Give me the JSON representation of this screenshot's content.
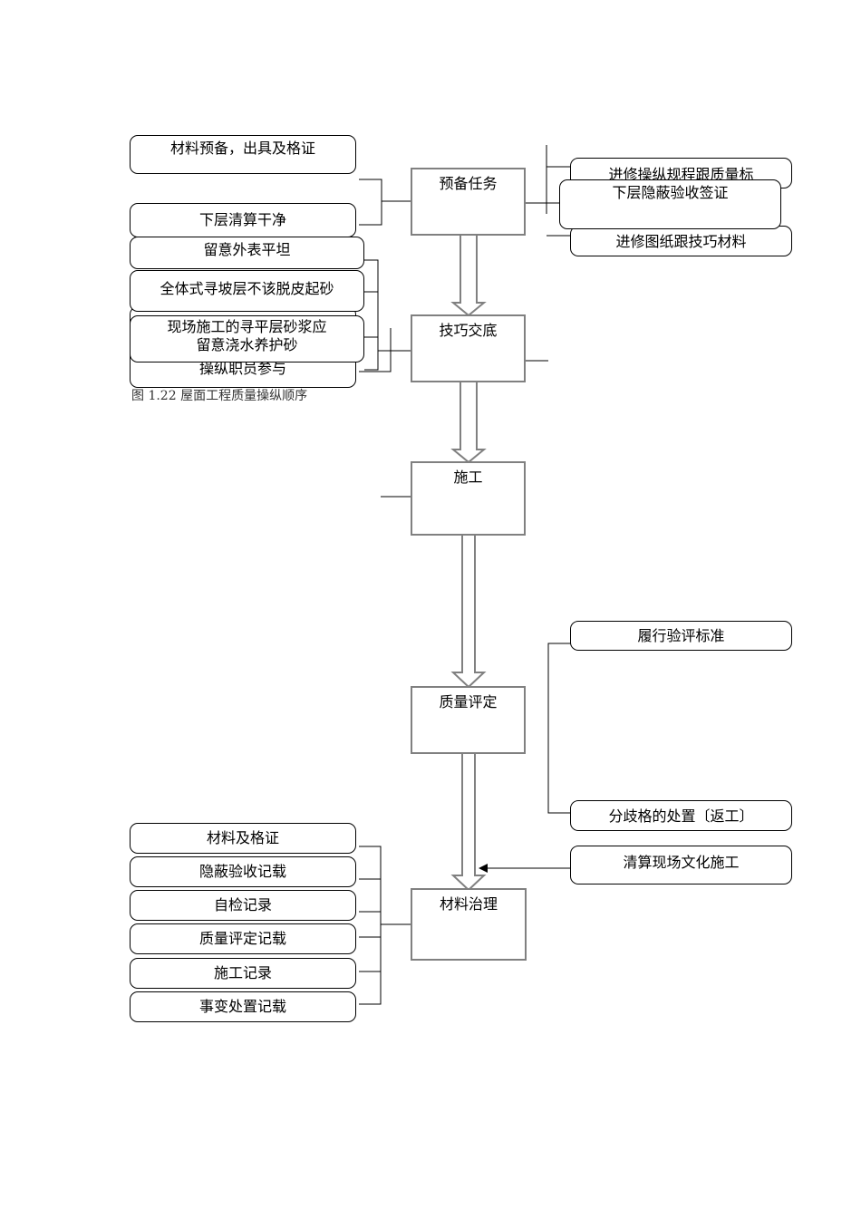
{
  "flow": {
    "main_steps": [
      "预备任务",
      "技巧交底",
      "施工",
      "质量评定",
      "材料治理"
    ],
    "prep_inputs": [
      "材料预备，出具及格证",
      "下层清算干净"
    ],
    "prep_outputs": [
      "进修操纵规程跟质量标",
      "下层隐蔽验收签证",
      "进修图纸跟技巧材料"
    ],
    "tech_inputs": [
      "留意外表平坦",
      "全体式寻坡层不该脱皮起砂",
      "现场施工的寻平层砂浆应留意浇水养护砂",
      "操纵职员参与"
    ],
    "quality_outputs": [
      "履行验评标准",
      "分歧格的处置〔返工〕"
    ],
    "cleanup_label": "清算现场文化施工",
    "records": [
      "材料及格证",
      "隐蔽验收记载",
      "自检记录",
      "质量评定记载",
      "施工记录",
      "事变处置记载"
    ],
    "caption": "图 1.22 屋面工程质量操纵顺序"
  },
  "colors": {
    "box_border": "#808080",
    "line": "#000000",
    "arrow": "#808080"
  }
}
